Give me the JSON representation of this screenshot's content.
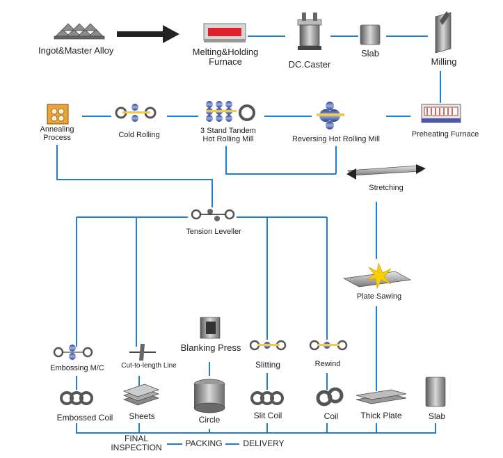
{
  "colors": {
    "flow_line": "#1e7fd0",
    "arrow": "#222222",
    "molten": "#e0202a",
    "furnace_red": "#c0392b",
    "annealing_orange": "#e8a33a",
    "spark": "#f5d000"
  },
  "nodes": {
    "ingot": "Ingot&Master Alloy",
    "melting": "Melting&Holding\nFurnace",
    "caster": "DC.Caster",
    "slab_top": "Slab",
    "milling": "Milling",
    "annealing": "Annealing\nProcess",
    "cold_rolling": "Cold Rolling",
    "tandem": "3 Stand Tandem\nHot Rolling Mill",
    "reversing": "Reversing Hot Rolling Mill",
    "preheating": "Preheating Furnace",
    "stretching": "Stretching",
    "tension_leveller": "Tension Leveller",
    "plate_sawing": "Plate Sawing",
    "embossing": "Embossing M/C",
    "cut_to_length": "Cut-to-length Line",
    "blanking_press": "Blanking Press",
    "slitting": "Slitting",
    "rewind": "Rewind",
    "embossed_coil": "Embossed Coil",
    "sheets": "Sheets",
    "circle": "Circle",
    "slit_coil": "Slit Coil",
    "coil": "Coil",
    "thick_plate": "Thick Plate",
    "slab_bottom": "Slab",
    "final_inspection": "FINAL\nINSPECTION",
    "packing": "PACKING",
    "delivery": "DELIVERY"
  },
  "icons": {
    "ingot": "ingot-stack-icon",
    "melting": "melting-furnace-icon",
    "caster": "dc-caster-icon",
    "slab": "slab-icon",
    "milling": "milling-icon",
    "annealing": "annealing-furnace-icon",
    "rollers": "rolling-mill-icon",
    "preheating": "preheating-furnace-icon",
    "stretcher": "stretcher-icon",
    "saw": "plate-saw-icon",
    "coil": "coil-icon",
    "sheets": "sheet-stack-icon",
    "circle": "circle-blank-icon",
    "press": "blanking-press-icon"
  }
}
